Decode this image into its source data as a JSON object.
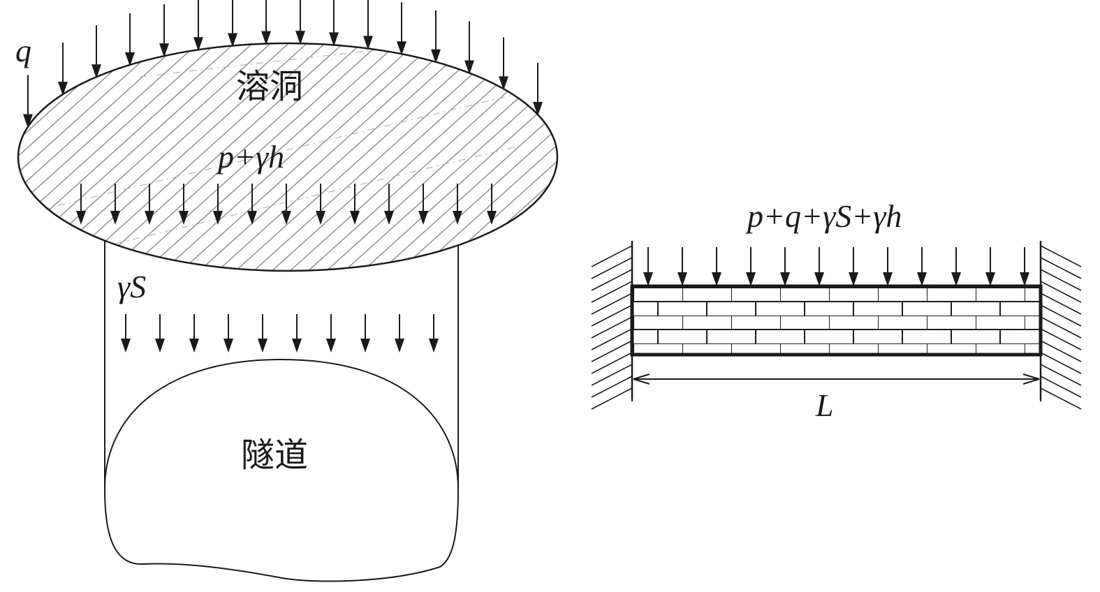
{
  "left_diagram": {
    "surface_load_label": "q",
    "cave_label": "溶洞",
    "cave_pressure_label": "p+γh",
    "rock_load_label": "γS",
    "tunnel_label": "隧道"
  },
  "right_diagram": {
    "total_load_label": "p+q+γS+γh",
    "span_label": "L"
  },
  "colors": {
    "line": "#1a1a1a",
    "hatch": "#8a8a8a",
    "background": "#ffffff"
  }
}
